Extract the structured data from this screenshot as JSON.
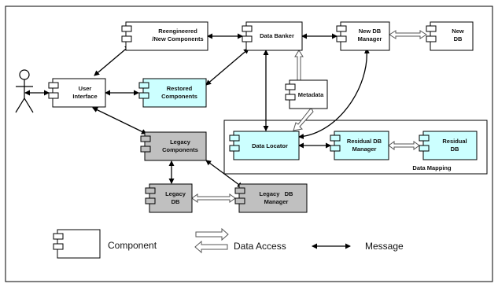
{
  "colors": {
    "plain": "#ffffff",
    "restored": "#ccffff",
    "legacy": "#c0c0c0",
    "stroke": "#000000",
    "accent": "#999999"
  },
  "actor": {
    "icon": "stick-figure-user-icon"
  },
  "components": {
    "reengineered": {
      "line1": "Reengineered",
      "line2": "/New Components"
    },
    "user_interface": {
      "line1": "User",
      "line2": "Interface"
    },
    "restored": {
      "line1": "Restored",
      "line2": "Components"
    },
    "legacy_components": {
      "line1": "Legacy",
      "line2": "Components"
    },
    "legacy_db": {
      "line1": "Legacy",
      "line2": "DB"
    },
    "legacy_db_manager": {
      "line1": "Legacy   DB",
      "line2": "Manager"
    },
    "data_banker": {
      "line1": "Data Banker"
    },
    "metadata": {
      "line1": "Metadata"
    },
    "new_db_manager": {
      "line1": "New DB",
      "line2": "Manager"
    },
    "new_db": {
      "line1": "New",
      "line2": "DB"
    },
    "data_locator": {
      "line1": "Data Locator"
    },
    "residual_db_manager": {
      "line1": "Residual DB",
      "line2": "Manager"
    },
    "residual_db": {
      "line1": "Residual",
      "line2": "DB"
    }
  },
  "group": {
    "label": "Data Mapping"
  },
  "legend": {
    "component": "Component",
    "data_access": "Data Access",
    "message": "Message"
  }
}
